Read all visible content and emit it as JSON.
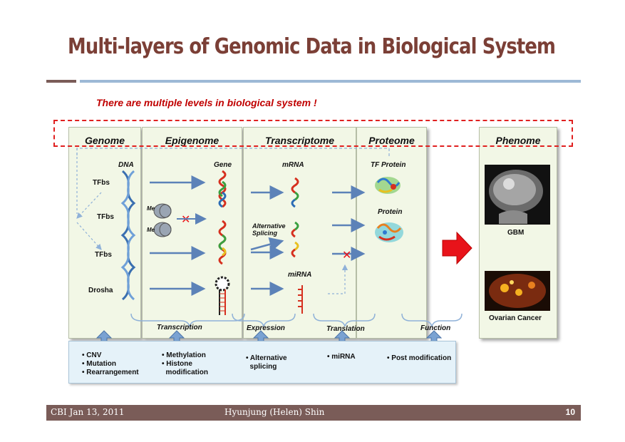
{
  "title": "Multi-layers of Genomic Data in Biological System",
  "subtitle": "There are multiple levels in biological system !",
  "layers": {
    "genome": "Genome",
    "epigenome": "Epigenome",
    "transcriptome": "Transcriptome",
    "proteome": "Proteome",
    "phenome": "Phenome"
  },
  "labels": {
    "dna": "DNA",
    "gene": "Gene",
    "mrna": "mRNA",
    "tf_protein": "TF Protein",
    "protein": "Protein",
    "tfbs_1": "TFbs",
    "tfbs_2": "TFbs",
    "tfbs_3": "TFbs",
    "drosha": "Drosha",
    "me_1": "Me",
    "me_2": "Me",
    "alt_splicing": "Alternative\nSplicing",
    "mirna": "miRNA",
    "gbm": "GBM",
    "ovarian": "Ovarian Cancer"
  },
  "processes": {
    "transcription": "Transcription",
    "expression": "Expression",
    "translation": "Translation",
    "function": "Function"
  },
  "factors": {
    "genome": "• CNV\n• Mutation\n• Rearrangement",
    "epigenome": "• Methylation\n• Histone\n  modification",
    "transcriptome": "• Alternative\n  splicing",
    "mirna": "• miRNA",
    "proteome": "• Post modification"
  },
  "footer": {
    "left": "CBI Jan 13, 2011",
    "center": "Hyunjung (Helen) Shin",
    "page": "10"
  },
  "colors": {
    "title": "#7b3f36",
    "subtitle": "#c00000",
    "column_bg": "#f2f7e6",
    "factor_bg": "#e5f2f9",
    "dash": "#e02020",
    "footer_bg": "#7a5c58",
    "arrow": "#5c82b8",
    "big_arrow": "#e8131a"
  }
}
